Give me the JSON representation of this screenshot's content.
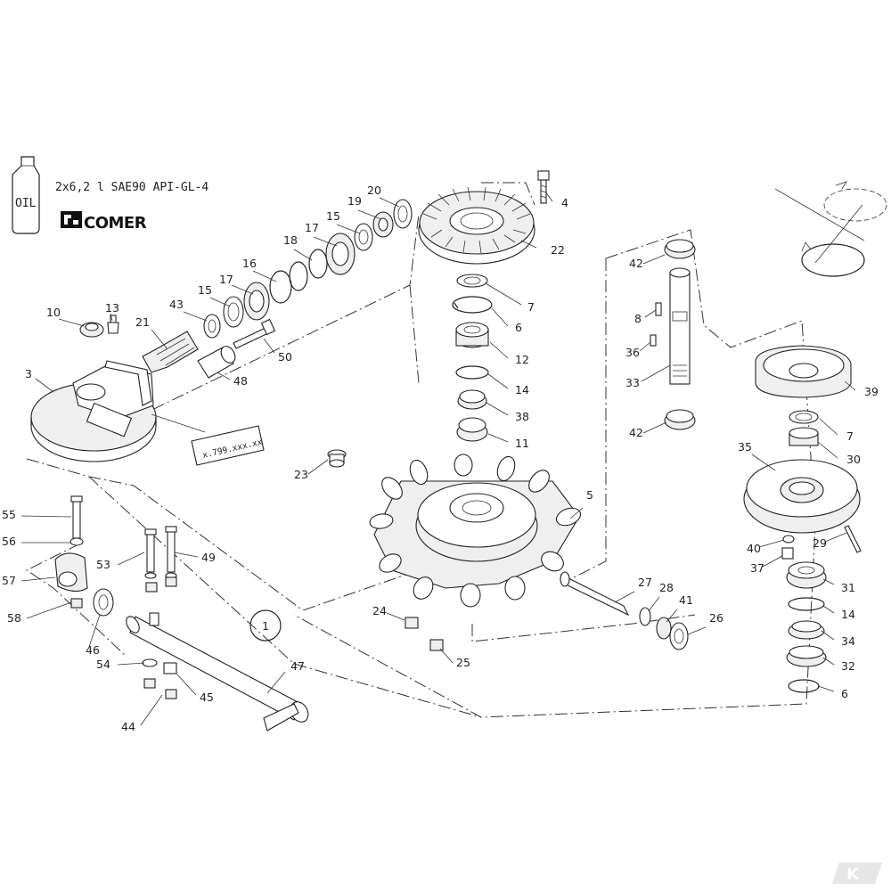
{
  "oil_spec": "2x6,2 l SAE90 API-GL-4",
  "oil_can_label": "OIL",
  "brand_logo": "COMER",
  "serial_plate": "x.799.xxx.xx",
  "assembly_number": "1",
  "watermark_logo": "K",
  "part_labels": [
    "4",
    "22",
    "20",
    "19",
    "15",
    "17",
    "18",
    "16",
    "17",
    "15",
    "43",
    "13",
    "10",
    "21",
    "50",
    "48",
    "3",
    "7",
    "6",
    "12",
    "14",
    "38",
    "11",
    "42",
    "8",
    "36",
    "33",
    "42",
    "39",
    "7",
    "30",
    "35",
    "29",
    "40",
    "37",
    "31",
    "14",
    "34",
    "32",
    "6",
    "23",
    "5",
    "27",
    "28",
    "41",
    "26",
    "24",
    "25",
    "55",
    "56",
    "57",
    "58",
    "53",
    "49",
    "46",
    "54",
    "45",
    "44",
    "47"
  ]
}
